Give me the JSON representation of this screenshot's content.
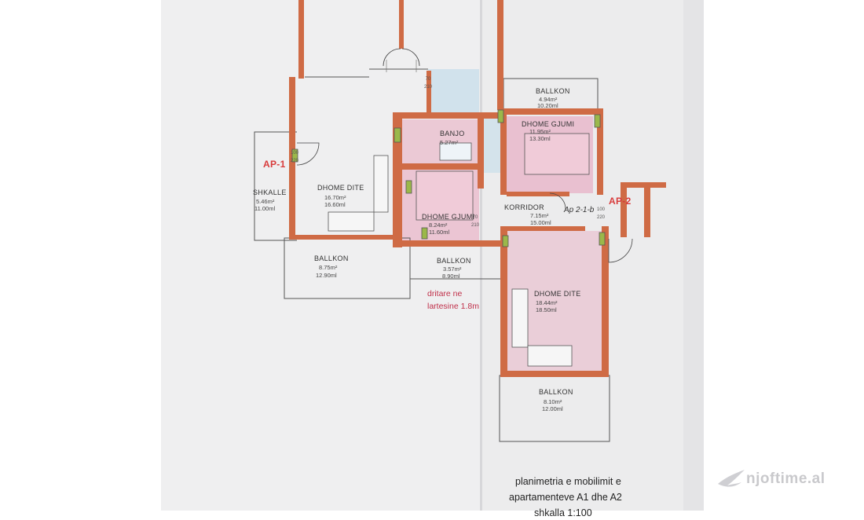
{
  "plan": {
    "rooms": [
      {
        "name": "BALLKON",
        "area": "4.94m²",
        "perimeter": "10.20ml"
      },
      {
        "name": "DHOME GJUMI",
        "area": "11.95m²",
        "perimeter": "13.30ml"
      },
      {
        "name": "BANJO",
        "area": "5.27m²",
        "perimeter": ""
      },
      {
        "name": "SHKALLE",
        "area": "5.46m²",
        "perimeter": "11.00ml"
      },
      {
        "name": "DHOME DITE",
        "area": "16.70m²",
        "perimeter": "16.60ml"
      },
      {
        "name": "DHOME GJUMI",
        "area": "8.24m²",
        "perimeter": "11.60ml"
      },
      {
        "name": "KORRIDOR",
        "area": "7.15m²",
        "perimeter": "15.00ml"
      },
      {
        "name": "BALLKON",
        "area": "8.75m²",
        "perimeter": "12.90ml"
      },
      {
        "name": "BALLKON",
        "area": "3.57m²",
        "perimeter": "8.90ml"
      },
      {
        "name": "DHOME DITE",
        "area": "18.44m²",
        "perimeter": "18.50ml"
      },
      {
        "name": "BALLKON",
        "area": "8.10m²",
        "perimeter": "12.00ml"
      }
    ],
    "apartment_tags": [
      "AP-1",
      "AP-2"
    ],
    "handwritten_note": "Ap 2-1-b",
    "door_dims": [
      {
        "w": "70",
        "h": "210"
      },
      {
        "w": "100",
        "h": "220"
      },
      {
        "w": "100",
        "h": "220"
      },
      {
        "w": "70",
        "h": "210"
      }
    ],
    "note_lines": [
      "dritare ne",
      "lartesine 1.8m"
    ],
    "caption_lines": [
      "planimetria e mobilimit e",
      "apartamenteve A1 dhe A2",
      "shkalla 1:100"
    ],
    "colors": {
      "wall": "#cf6b45",
      "wall_dark": "#8a4a2c",
      "pink_floor": "#e8a9c0",
      "blue_floor": "#bcd9ea",
      "column": "#9bb84a"
    }
  },
  "watermark": {
    "text": "njoftime.al"
  }
}
